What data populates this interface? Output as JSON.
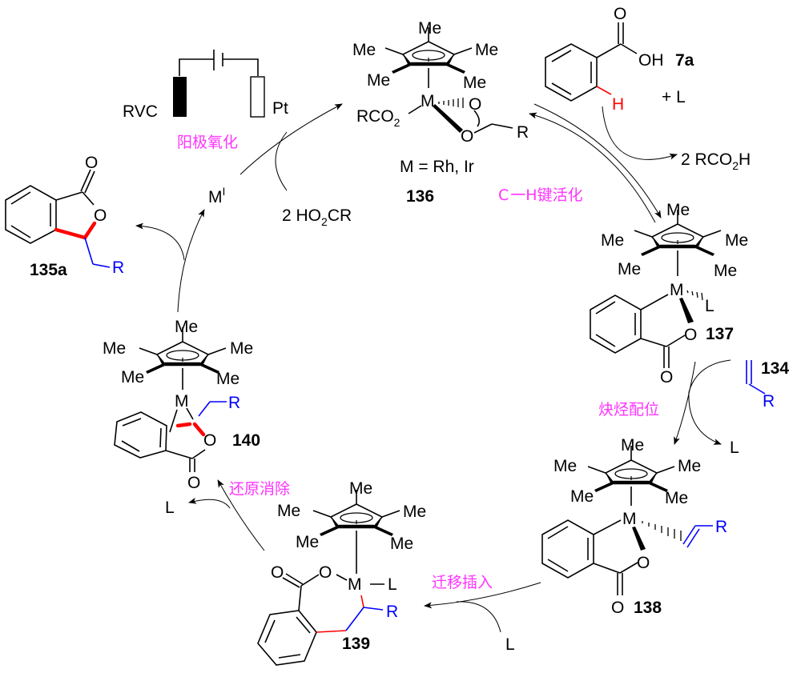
{
  "diagram": {
    "type": "catalytic-cycle",
    "electrochem": {
      "anode_label": "RVC",
      "cathode_label": "Pt",
      "process_label": "阳极氧化"
    },
    "cp_methyl": "Me",
    "metal": "M",
    "ligand": "L",
    "R": "R",
    "O": "O",
    "H": "H",
    "compounds": {
      "c136": {
        "id": "136",
        "ligand_left": "RCO",
        "ligand_left_sub": "2",
        "metal_note": "M = Rh, Ir"
      },
      "c7a": {
        "id": "7a",
        "OH": "OH",
        "plus_L": "+ L"
      },
      "c137": {
        "id": "137"
      },
      "c134": {
        "id": "134"
      },
      "c138": {
        "id": "138"
      },
      "c139": {
        "id": "139"
      },
      "c140": {
        "id": "140"
      },
      "c135a": {
        "id": "135a"
      }
    },
    "species": {
      "byproduct_acid": "2 RCO",
      "byproduct_acid_sub": "2",
      "byproduct_acid_tail": "H",
      "reagent_acid_pre": "2 HO",
      "reagent_acid_sub": "2",
      "reagent_acid_tail": "CR",
      "metal_I": "M",
      "metal_I_sup": "I",
      "L_released_138": "L",
      "L_added_139": "L",
      "L_released_140": "L"
    },
    "steps": {
      "ch_activation_C": "C",
      "ch_activation_dash": "一",
      "ch_activation_rest": "H键活化",
      "alkyne_coordination": "炔烃配位",
      "migratory_insertion": "迁移插入",
      "reductive_elimination": "还原消除",
      "anodic_oxidation": "阳极氧化"
    },
    "colors": {
      "step_label": "#ff33ff",
      "highlight_bond": "#ff0000",
      "alkene_fragment": "#0000ff"
    }
  }
}
